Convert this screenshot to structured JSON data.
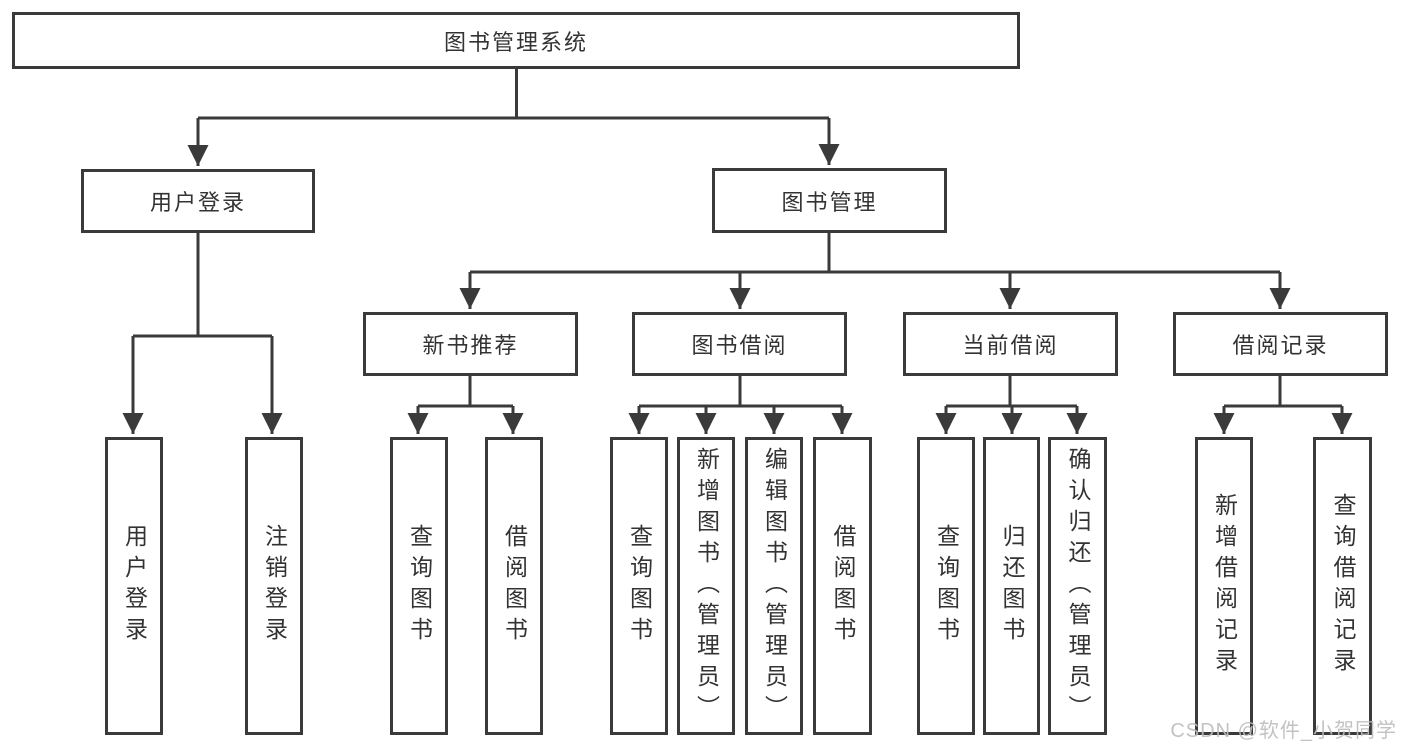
{
  "diagram": {
    "title": "图书管理系统",
    "level2": [
      {
        "label": "用户登录",
        "children": [
          "用户登录",
          "注销登录"
        ]
      },
      {
        "label": "图书管理"
      }
    ],
    "level3": [
      {
        "label": "新书推荐",
        "children": [
          "查询图书",
          "借阅图书"
        ]
      },
      {
        "label": "图书借阅",
        "children": [
          "查询图书",
          "新增图书（管理员）",
          "编辑图书（管理员）",
          "借阅图书"
        ]
      },
      {
        "label": "当前借阅",
        "children": [
          "查询图书",
          "归还图书",
          "确认归还（管理员）"
        ]
      },
      {
        "label": "借阅记录",
        "children": [
          "新增借阅记录",
          "查询借阅记录"
        ]
      }
    ]
  },
  "watermark": "CSDN @软件_小贺同学",
  "colors": {
    "line": "#3a3a3a",
    "text": "#333333",
    "background": "#ffffff",
    "watermark": "#bdbdbd"
  }
}
